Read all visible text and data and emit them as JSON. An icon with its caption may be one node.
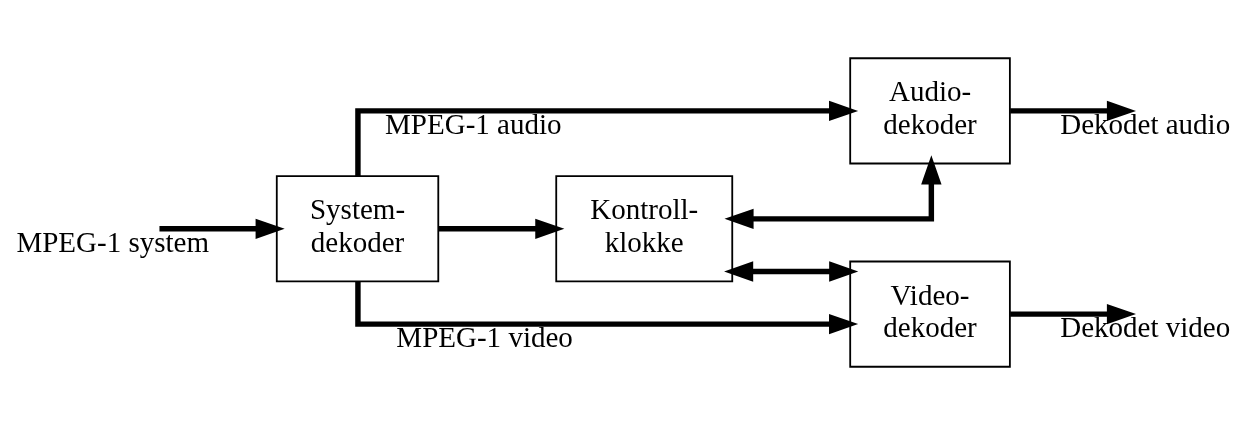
{
  "diagram": {
    "nodes": [
      {
        "text": [
          "System- dekoder"
        ]
      },
      {
        "text": [
          "Kontroll- klokke"
        ]
      },
      {
        "text": [
          "Audio- dekoder"
        ]
      },
      {
        "text": [
          "Video- dekoder"
        ]
      }
    ],
    "edges": [
      {
        "from": null,
        "to": 0,
        "arrow": "to",
        "label": "MPEG-1 system"
      },
      {
        "from": 0,
        "to": 2,
        "arrow": "to",
        "label": "MPEG-1 audio"
      },
      {
        "from": 0,
        "to": 1,
        "arrow": "to"
      },
      {
        "from": 0,
        "to": 3,
        "arrow": "to",
        "label": "MPEG-1 video"
      },
      {
        "from": 1,
        "to": 2,
        "arrow": "both"
      },
      {
        "from": 1,
        "to": 3,
        "arrow": "both"
      },
      {
        "from": 2,
        "to": null,
        "arrow": "to",
        "label": "Dekodet audio"
      },
      {
        "from": 3,
        "to": null,
        "arrow": "to",
        "label": "Dekodet video"
      }
    ]
  }
}
